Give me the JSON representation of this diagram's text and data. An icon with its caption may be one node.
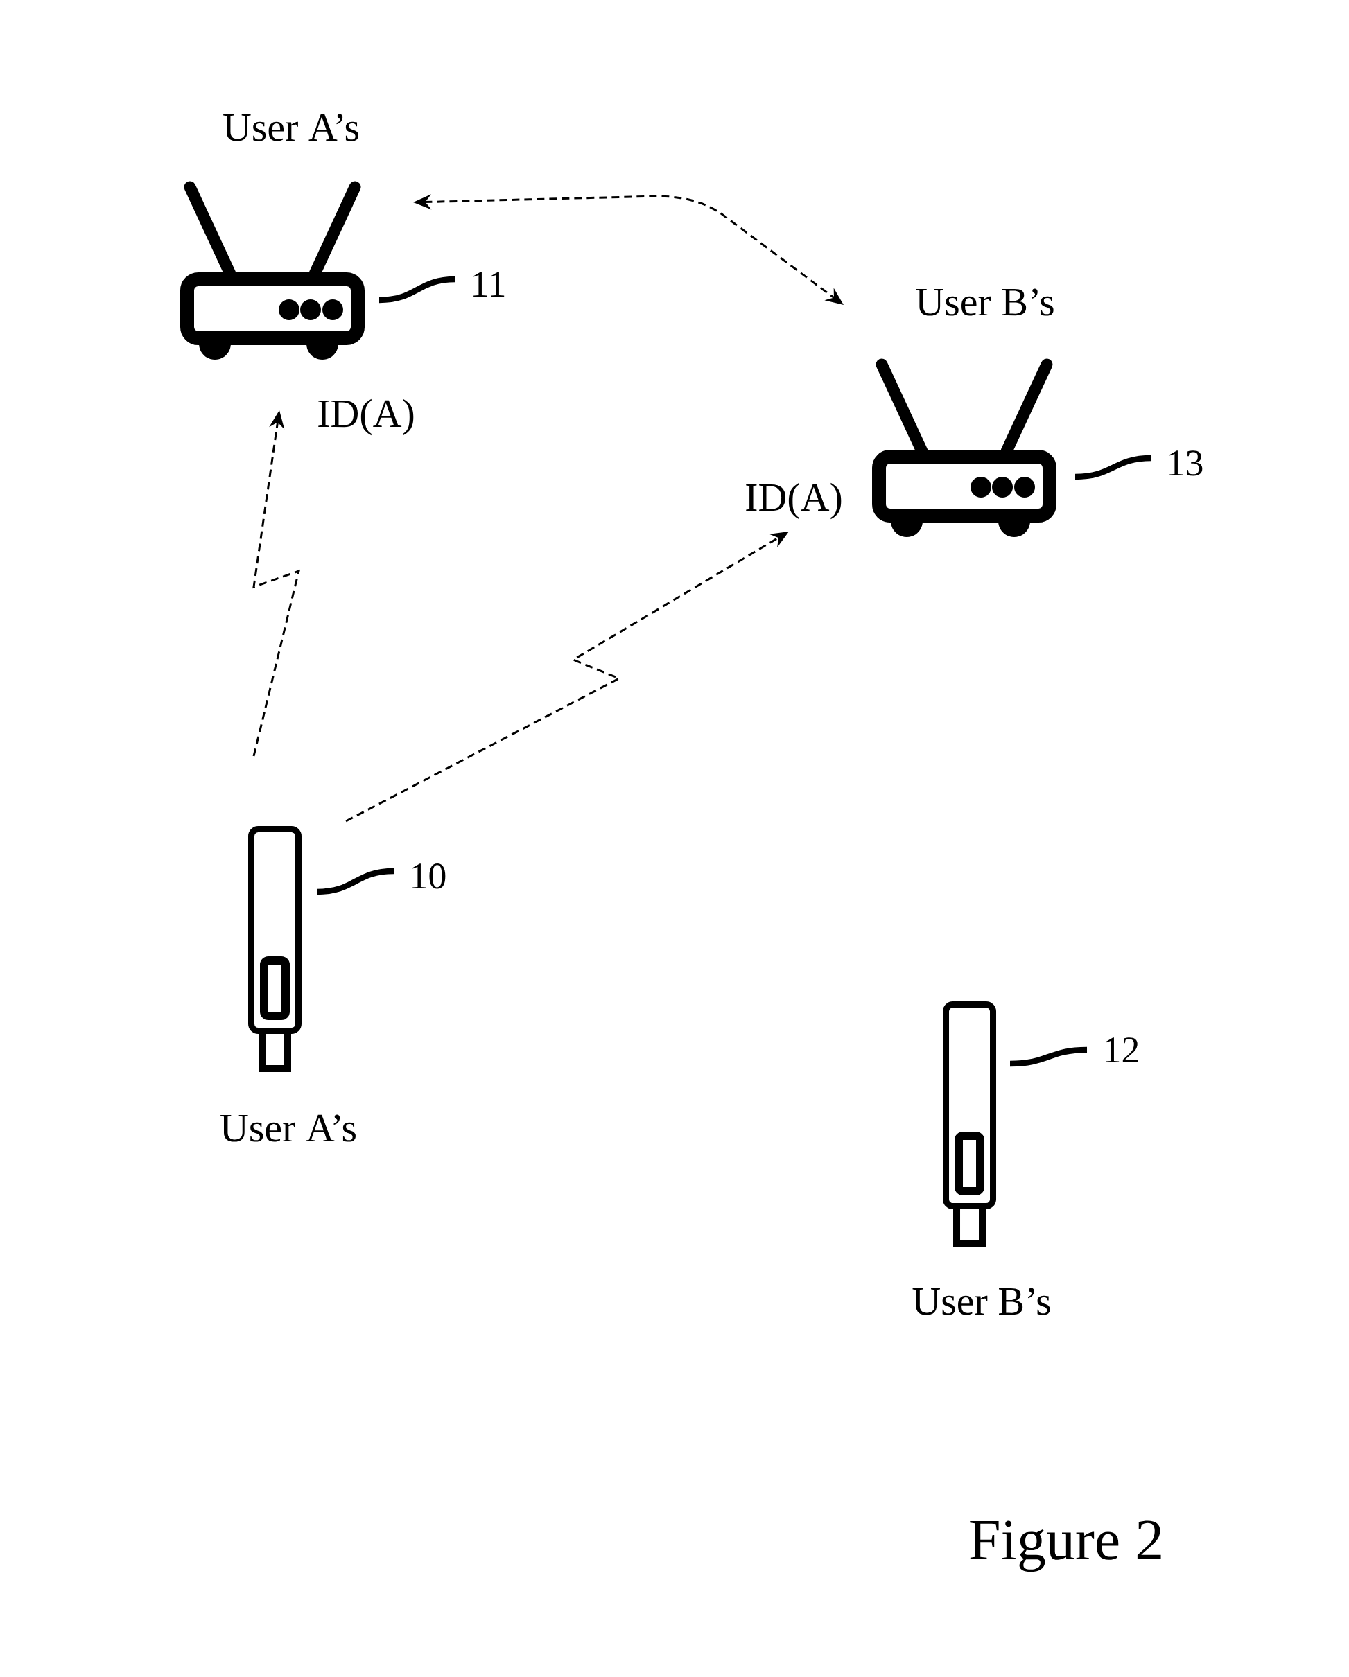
{
  "diagram": {
    "caption": "Figure 2",
    "nodes": [
      {
        "text": [],
        "shape": "picture",
        "beside": [
          "User A’s"
        ]
      },
      {
        "text": [
          "11"
        ]
      },
      {
        "text": [],
        "shape": "picture",
        "beside": [
          "User B’s"
        ]
      },
      {
        "text": [
          "13"
        ]
      },
      {
        "text": [],
        "shape": "picture",
        "beside": [
          "User A’s"
        ]
      },
      {
        "text": [
          "10"
        ]
      },
      {
        "text": [],
        "shape": "picture",
        "beside": [
          "User B’s"
        ]
      },
      {
        "text": [
          "12"
        ]
      }
    ],
    "edges": [
      {
        "from": 0,
        "to": 2,
        "arrow": "both",
        "style": "dashed"
      },
      {
        "from": 4,
        "to": 0,
        "arrow": "to",
        "style": "dashed",
        "label": "ID(A)"
      },
      {
        "from": 4,
        "to": 2,
        "arrow": "to",
        "style": "dashed",
        "label": "ID(A)"
      },
      {
        "from": 1,
        "to": 0,
        "arrow": "none"
      },
      {
        "from": 3,
        "to": 2,
        "arrow": "none"
      },
      {
        "from": 5,
        "to": 4,
        "arrow": "none"
      },
      {
        "from": 7,
        "to": 6,
        "arrow": "none"
      }
    ]
  }
}
